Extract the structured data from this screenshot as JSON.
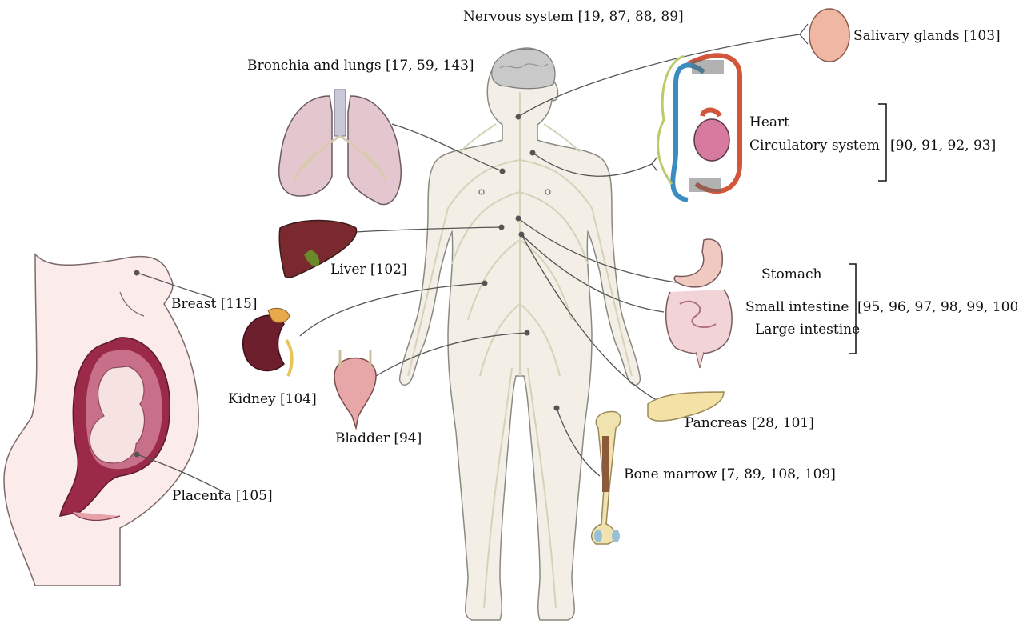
{
  "labels": {
    "nervous_system": "Nervous system [19, 87, 88, 89]",
    "bronchia_lungs": "Bronchia and lungs [17, 59, 143]",
    "salivary_glands": "Salivary glands [103]",
    "heart": "Heart",
    "circulatory_system": "Circulatory system",
    "heart_refs": "[90, 91, 92, 93]",
    "liver": "Liver [102]",
    "breast": "Breast [115]",
    "stomach": "Stomach",
    "small_intestine": "Small intestine",
    "large_intestine": "Large intestine",
    "digestive_refs": "[95, 96, 97, 98, 99, 100]",
    "kidney": "Kidney [104]",
    "bladder": "Bladder [94]",
    "pancreas": "Pancreas [28, 101]",
    "bone_marrow": "Bone marrow [7, 89, 108, 109]",
    "placenta": "Placenta [105]"
  },
  "colors": {
    "body_fill": "#f3efe6",
    "body_stroke": "#8a8a80",
    "nerve": "#d6d2b8",
    "connector": "#555555",
    "lung": "#e4c6cf",
    "liver": "#7a2a2e",
    "kidney": "#6e1f2e",
    "stomach": "#f0c9c0",
    "artery": "#d2553c",
    "vein": "#3b8cc0",
    "pancreas": "#f3e1a6",
    "salivary": "#f1b7a5",
    "pregnant_skin": "#fbeceb",
    "uterus": "#9b2a48"
  }
}
